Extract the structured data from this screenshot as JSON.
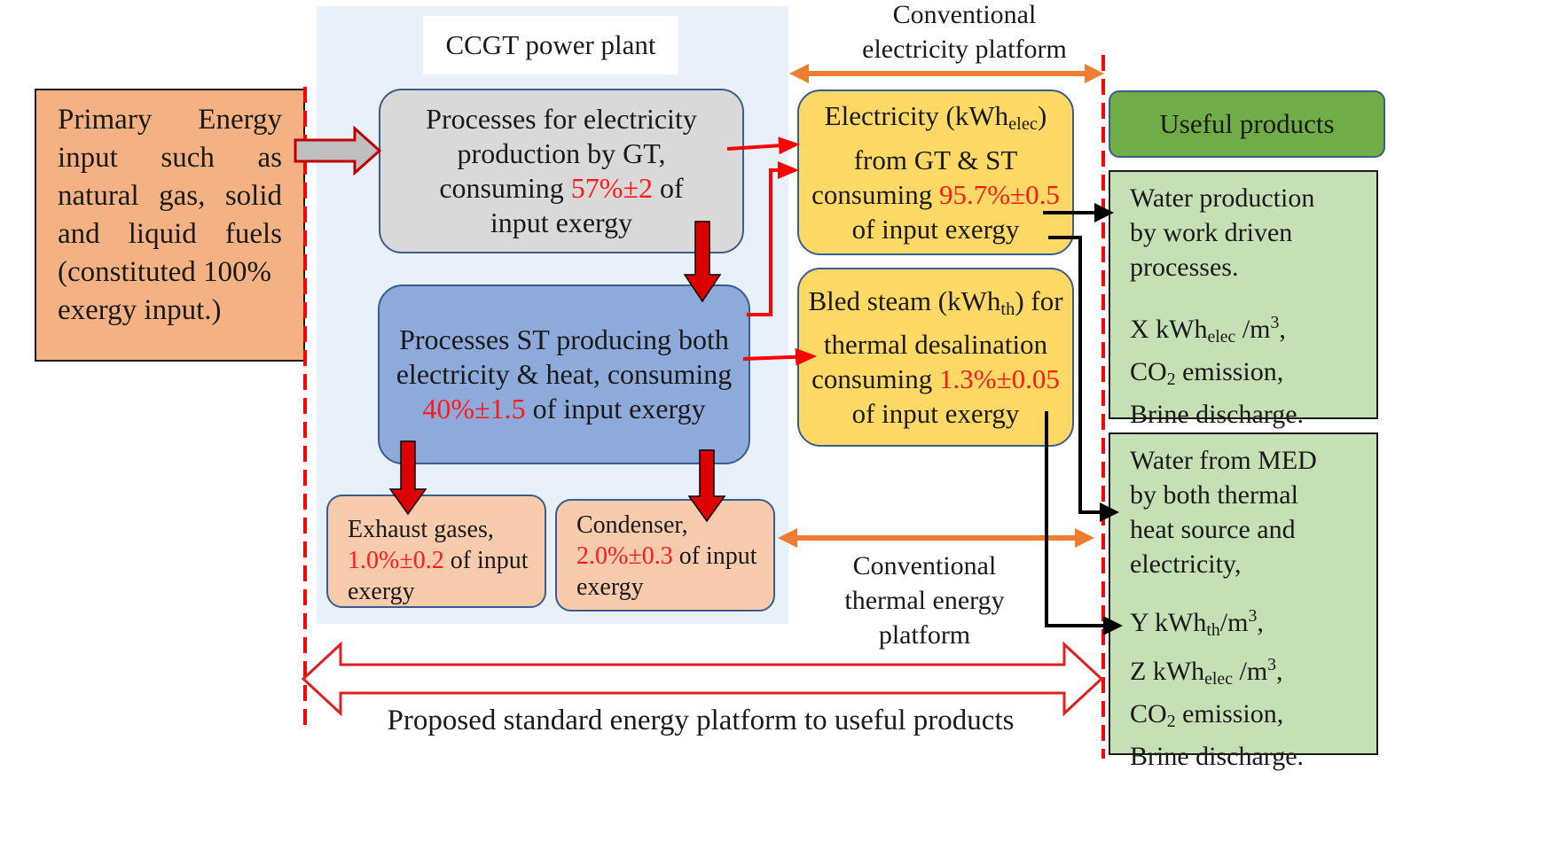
{
  "ccgt_title": "CCGT power plant",
  "conventional_electricity": [
    "Conventional",
    "electricity platform"
  ],
  "primary_input": {
    "lines": [
      "Primary Energy",
      "input such as",
      "natural gas, solid",
      "and liquid fuels",
      "(constituted 100%",
      "exergy input.)"
    ]
  },
  "gt_box": {
    "l1": "Processes for electricity",
    "l2": "production by GT,",
    "l3_a": "consuming ",
    "l3_val": "57%±2",
    "l3_b": " of",
    "l4": "input exergy"
  },
  "st_box": {
    "l1": "Processes ST producing both",
    "l2": "electricity & heat, consuming",
    "val": "40%±1.5",
    "l3_b": " of input exergy"
  },
  "exhaust": {
    "l1": "Exhaust gases,",
    "val": "1.0%±0.2",
    "l2_b": " of input",
    "l3": "exergy"
  },
  "condenser": {
    "l1": "Condenser,",
    "val": "2.0%±0.3",
    "l2_b": " of input",
    "l3": "exergy"
  },
  "electricity_box": {
    "l1_a": "Electricity (kWh",
    "l1_sub": "elec",
    "l1_b": ")",
    "l2": "from GT & ST",
    "l3_a": "consuming ",
    "val": "95.7%±0.5",
    "l4": "of input exergy"
  },
  "bled_box": {
    "l1_a": "Bled steam (kWh",
    "l1_sub": "th",
    "l1_b": ") for",
    "l2": "thermal desalination",
    "l3_a": "consuming ",
    "val": "1.3%±0.05",
    "l4": "of input exergy"
  },
  "useful_products": "Useful products",
  "water_prod": {
    "lines": [
      "Water production",
      "by work driven",
      "processes."
    ],
    "x_a": "X kWh",
    "x_sub": "elec",
    "x_b": " /m",
    "x_sup": "3",
    "x_c": ",",
    "co2_a": "CO",
    "co2_sub": "2",
    "co2_b": " emission,",
    "brine": "Brine discharge."
  },
  "water_med": {
    "lines": [
      "Water from MED",
      "by both thermal",
      "heat source and",
      "electricity,"
    ],
    "y_a": "Y kWh",
    "y_sub": "th",
    "y_b": "/m",
    "y_sup": "3",
    "y_c": ",",
    "z_a": "Z kWh",
    "z_sub": "elec",
    "z_b": " /m",
    "z_sup": "3",
    "z_c": ",",
    "co2_a": "CO",
    "co2_sub": "2",
    "co2_b": " emission,",
    "brine": "Brine discharge."
  },
  "conventional_thermal": [
    "Conventional",
    "thermal energy",
    "platform"
  ],
  "proposed_platform": "Proposed standard energy platform to useful products",
  "colors": {
    "ccgt_bg": "#e8f0fa",
    "primary": "#f4b183",
    "gt": "#d9d9d9",
    "st": "#8eaadb",
    "loss": "#f8cbad",
    "yellow": "#ffd966",
    "green_head": "#70ad47",
    "green_box": "#c5e0b4",
    "red_arrow": "#ff0000",
    "orange_arrow": "#ed7d31"
  }
}
